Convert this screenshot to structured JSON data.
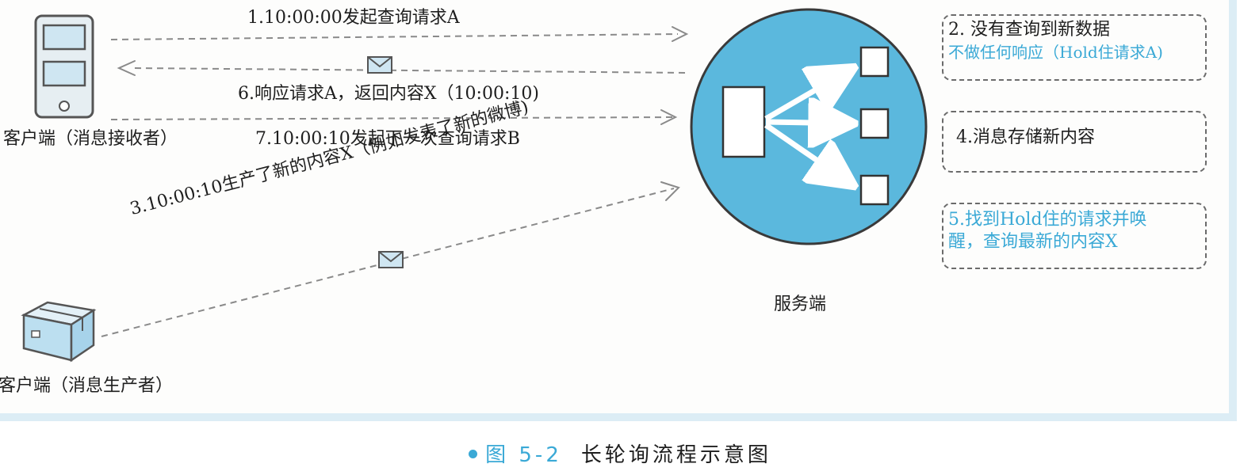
{
  "messages": {
    "step1": "1.10:00:00发起查询请求A",
    "step6": "6.响应请求A，返回内容X（10:00:10)",
    "step7": "7.10:00:10发起下一次查询请求B",
    "step3": "3.10:00:10生产了新的内容X（例如发表了新的微博)"
  },
  "actors": {
    "receiver_label": "客户端（消息接收者）",
    "producer_label": "客户端（消息生产者）",
    "server_label": "服务端"
  },
  "notes": {
    "note2_line1": "2. 没有查询到新数据",
    "note2_line2": "不做任何响应（Hold住请求A)",
    "note4": "4.消息存储新内容",
    "note5_line1": "5.找到Hold住的请求并唤",
    "note5_line2": "醒，查询最新的内容X"
  },
  "caption": {
    "figure_number": "图 5-2",
    "title": "长轮询流程示意图"
  },
  "colors": {
    "server_fill": "#5bb8dd",
    "accent_text": "#3aa9d6",
    "device_fill": "#cfe6f2",
    "frame_border": "#dcedf5"
  }
}
